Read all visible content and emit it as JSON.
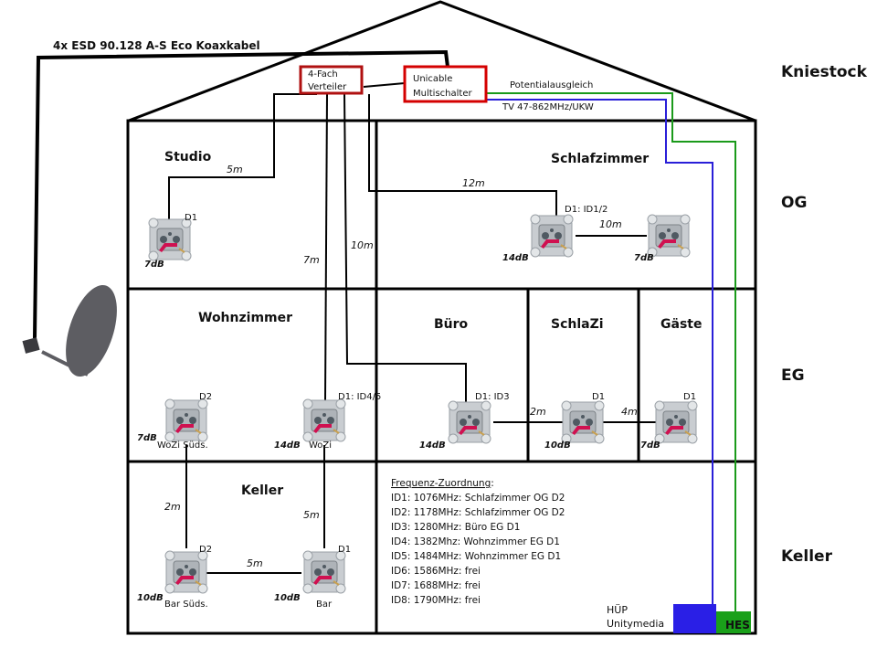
{
  "title": "4x ESD 90.128 A-S Eco Koaxkabel",
  "colors": {
    "wall": "#000000",
    "device_border": "#d40000",
    "verteiler_border": "#b01010",
    "potential": "#1a9a1a",
    "tv": "#2a1fd8",
    "hup_box": "#2a1fe6",
    "hes_box": "#1aa01a",
    "socket_body": "#c8ccd0",
    "socket_accent": "#d01050",
    "dish": "#5d5d62"
  },
  "floors": [
    {
      "id": "kniestock",
      "label": "Kniestock"
    },
    {
      "id": "og",
      "label": "OG"
    },
    {
      "id": "eg",
      "label": "EG"
    },
    {
      "id": "keller",
      "label": "Keller"
    }
  ],
  "devices": {
    "verteiler": {
      "line1": "4-Fach",
      "line2": "Verteiler"
    },
    "multischalter": {
      "line1": "Unicable",
      "line2": "Multischalter"
    }
  },
  "lines": {
    "potential": "Potentialausgleich",
    "tv": "TV 47-862MHz/UKW"
  },
  "rooms": [
    {
      "id": "studio",
      "label": "Studio"
    },
    {
      "id": "schlafzimmer",
      "label": "Schlafzimmer"
    },
    {
      "id": "wohnzimmer",
      "label": "Wohnzimmer"
    },
    {
      "id": "buero",
      "label": "Büro"
    },
    {
      "id": "schlazi",
      "label": "SchlaZi"
    },
    {
      "id": "gaeste",
      "label": "Gäste"
    },
    {
      "id": "keller",
      "label": "Keller"
    }
  ],
  "sockets": [
    {
      "id": "studio",
      "tag": "D1",
      "db": "7dB",
      "name": ""
    },
    {
      "id": "schlaf1",
      "tag": "D1: ID1/2",
      "db": "14dB",
      "name": ""
    },
    {
      "id": "schlaf2",
      "tag": "",
      "db": "7dB",
      "name": ""
    },
    {
      "id": "wozi-sued",
      "tag": "D2",
      "db": "7dB",
      "name": "WoZi Süds."
    },
    {
      "id": "wozi",
      "tag": "D1: ID4/5",
      "db": "14dB",
      "name": "WoZi"
    },
    {
      "id": "buero",
      "tag": "D1: ID3",
      "db": "14dB",
      "name": ""
    },
    {
      "id": "schlazi",
      "tag": "D1",
      "db": "10dB",
      "name": ""
    },
    {
      "id": "gaeste",
      "tag": "D1",
      "db": "7dB",
      "name": ""
    },
    {
      "id": "bar-sued",
      "tag": "D2",
      "db": "10dB",
      "name": "Bar Süds."
    },
    {
      "id": "bar",
      "tag": "D1",
      "db": "10dB",
      "name": "Bar"
    }
  ],
  "lengths": {
    "studio": "5m",
    "schlaf_main": "12m",
    "schlaf_link": "10m",
    "wozi_7m": "7m",
    "buero_10m": "10m",
    "buero_schlazi": "2m",
    "schlazi_gaeste": "4m",
    "keller_left": "2m",
    "keller_right": "5m",
    "keller_link": "5m"
  },
  "frequency": {
    "heading": "Frequenz-Zuordnung",
    "heading_suffix": ":",
    "rows": [
      "ID1: 1076MHz: Schlafzimmer OG D2",
      "ID2: 1178MHz: Schlafzimmer OG D2",
      "ID3: 1280MHz: Büro EG D1",
      "ID4: 1382Mhz: Wohnzimmer EG D1",
      "ID5: 1484MHz: Wohnzimmer EG D1",
      "ID6: 1586MHz: frei",
      "ID7: 1688MHz: frei",
      "ID8: 1790MHz: frei"
    ]
  },
  "hup": {
    "line1": "HÜP",
    "line2": "Unitymedia"
  },
  "hes": {
    "label": "HES"
  }
}
